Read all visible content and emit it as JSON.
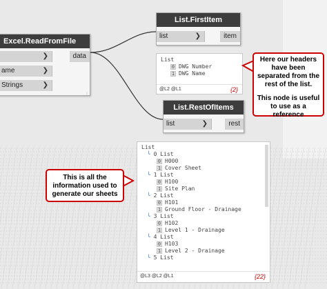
{
  "excel_node": {
    "title": "Excel.ReadFromFile",
    "inputs": [
      "",
      "ame",
      "Strings"
    ],
    "output": "data"
  },
  "first_item_node": {
    "title": "List.FirstItem",
    "input": "list",
    "output": "item"
  },
  "first_item_watch": {
    "root": "List",
    "items": [
      {
        "index": "0",
        "value": "DWG Number"
      },
      {
        "index": "1",
        "value": "DWG Name"
      }
    ],
    "levels": "@L2 @L1",
    "count": "{2}"
  },
  "rest_node": {
    "title": "List.RestOfItems",
    "input": "list",
    "output": "rest"
  },
  "rest_watch": {
    "root": "List",
    "groups": [
      {
        "branch": "0 List",
        "items": [
          {
            "index": "0",
            "value": "H000"
          },
          {
            "index": "1",
            "value": "Cover Sheet"
          }
        ]
      },
      {
        "branch": "1 List",
        "items": [
          {
            "index": "0",
            "value": "H100"
          },
          {
            "index": "1",
            "value": "Site Plan"
          }
        ]
      },
      {
        "branch": "2 List",
        "items": [
          {
            "index": "0",
            "value": "H101"
          },
          {
            "index": "1",
            "value": "Ground Floor - Drainage"
          }
        ]
      },
      {
        "branch": "3 List",
        "items": [
          {
            "index": "0",
            "value": "H102"
          },
          {
            "index": "1",
            "value": "Level 1 - Drainage"
          }
        ]
      },
      {
        "branch": "4 List",
        "items": [
          {
            "index": "0",
            "value": "H103"
          },
          {
            "index": "1",
            "value": "Level 2 - Drainage"
          }
        ]
      },
      {
        "branch": "5 List",
        "items": []
      }
    ],
    "levels": "@L3 @L2 @L1",
    "count": "{22}"
  },
  "callout_headers": {
    "line1": "Here our headers have been separated from the rest of the list.",
    "line2": "This node is useful to use as a reference"
  },
  "callout_info": {
    "text": "This is all the information used to generate our sheets"
  },
  "colors": {
    "node_title_bg": "#3d3d3d",
    "callout_border": "#cc0000",
    "tree_branch": "#2b78c6"
  }
}
